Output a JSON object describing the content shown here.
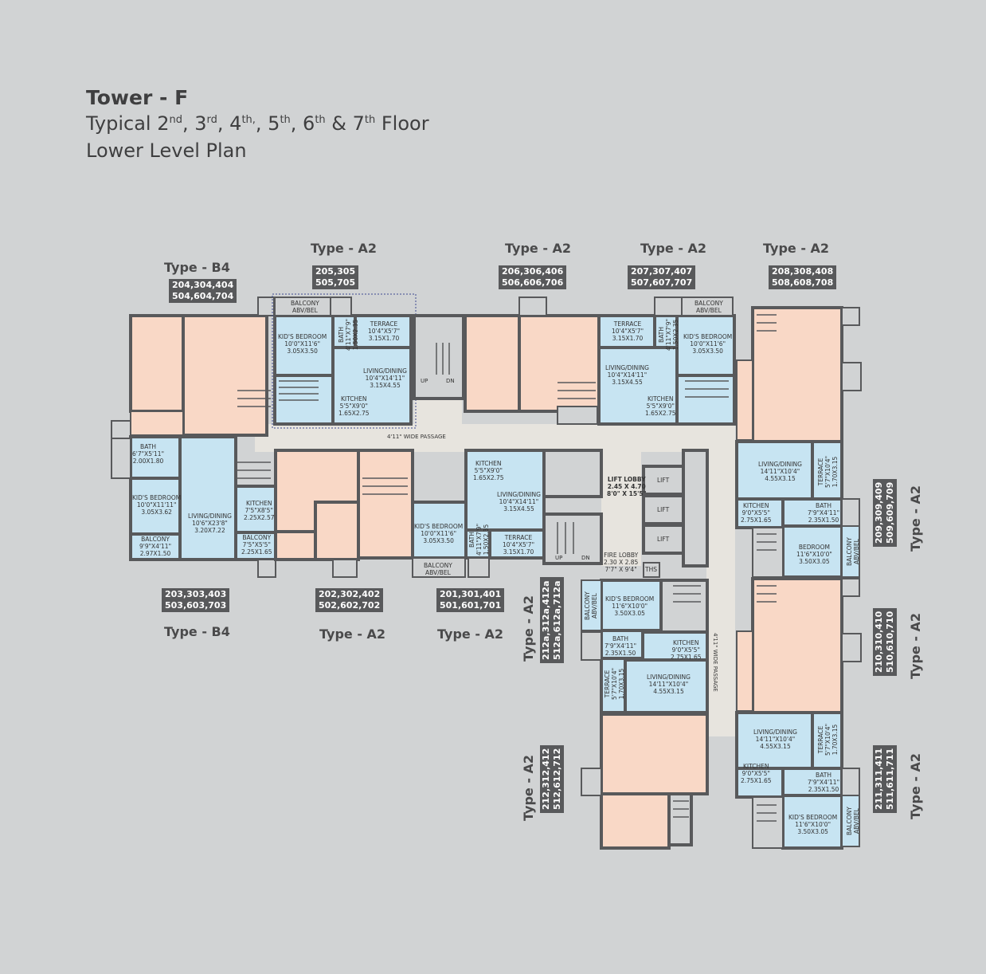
{
  "header": {
    "line1": "Tower - F",
    "line2_prefix": "Typical 2",
    "line2_parts": [
      {
        "sup": "nd",
        "after": ", 3"
      },
      {
        "sup": "rd",
        "after": ", 4"
      },
      {
        "sup": "th,",
        "after": ", 5"
      },
      {
        "sup": "th",
        "after": ", 6"
      },
      {
        "sup": "th",
        "after": " & 7"
      },
      {
        "sup": "th",
        "after": " Floor"
      }
    ],
    "line3": "Lower Level Plan"
  },
  "types": {
    "t_b4_top": "Type - B4",
    "t_a2_205": "Type - A2",
    "t_a2_206": "Type - A2",
    "t_a2_207": "Type - A2",
    "t_a2_208": "Type - A2",
    "t_b4_bottom": "Type - B4",
    "t_a2_202": "Type - A2",
    "t_a2_201": "Type - A2",
    "t_a2_212a": "Type - A2",
    "t_a2_212": "Type - A2",
    "t_a2_209": "Type - A2",
    "t_a2_210": "Type - A2",
    "t_a2_211": "Type - A2"
  },
  "units": {
    "u204": [
      "204,304,404",
      "504,604,704"
    ],
    "u205": [
      "205,305",
      "505,705"
    ],
    "u206": [
      "206,306,406",
      "506,606,706"
    ],
    "u207": [
      "207,307,407",
      "507,607,707"
    ],
    "u208": [
      "208,308,408",
      "508,608,708"
    ],
    "u203": [
      "203,303,403",
      "503,603,703"
    ],
    "u202": [
      "202,302,402",
      "502,602,702"
    ],
    "u201": [
      "201,301,401",
      "501,601,701"
    ],
    "u212a": [
      "212a,312a,412a",
      "512a,612a,712a"
    ],
    "u212": [
      "212,312,412",
      "512,612,712"
    ],
    "u209": [
      "209,309,409",
      "509,609,709"
    ],
    "u210": [
      "210,310,410",
      "510,610,710"
    ],
    "u211": [
      "211,311,411",
      "511,611,711"
    ]
  },
  "rooms": {
    "r1": [
      "BALCONY",
      "ABV/BEL"
    ],
    "r2": [
      "KID'S BEDROOM",
      "10'0\"X11'6\"",
      "3.05X3.50"
    ],
    "r3": [
      "BATH",
      "4'11\"X7'9\"",
      "1.50X2.35"
    ],
    "r4": [
      "TERRACE",
      "10'4\"X5'7\"",
      "3.15X1.70"
    ],
    "r5": [
      "LIVING/DINING",
      "10'4\"X14'11\"",
      "3.15X4.55"
    ],
    "r6": [
      "KITCHEN",
      "5'5\"X9'0\"",
      "1.65X2.75"
    ],
    "r7": [
      "TERRACE",
      "10'4\"X5'7\"",
      "3.15X1.70"
    ],
    "r8": [
      "BATH",
      "4'11\"X7'9\"",
      "1.50X2.35"
    ],
    "r9": [
      "KID'S BEDROOM",
      "10'0\"X11'6\"",
      "3.05X3.50"
    ],
    "r10": [
      "BALCONY",
      "ABV/BEL"
    ],
    "r11": [
      "LIVING/DINING",
      "10'4\"X14'11\"",
      "3.15X4.55"
    ],
    "r12": [
      "KITCHEN",
      "5'5\"X9'0\"",
      "1.65X2.75"
    ],
    "r13": [
      "BATH",
      "6'7\"X5'11\"",
      "2.00X1.80"
    ],
    "r14": [
      "KID'S BEDROOM",
      "10'0\"X11'11\"",
      "3.05X3.62"
    ],
    "r15": [
      "LIVING/DINING",
      "10'6\"X23'8\"",
      "3.20X7.22"
    ],
    "r16": [
      "KITCHEN",
      "7'5\"X8'5\"",
      "2.25X2.57"
    ],
    "r17": [
      "BALCONY",
      "9'9\"X4'11\"",
      "2.97X1.50"
    ],
    "r18": [
      "BALCONY",
      "7'5\"X5'5\"",
      "2.25X1.65"
    ],
    "r19": [
      "KITCHEN",
      "5'5\"X9'0\"",
      "1.65X2.75"
    ],
    "r20": [
      "LIVING/DINING",
      "10'4\"X14'11\"",
      "3.15X4.55"
    ],
    "r21": [
      "KID'S BEDROOM",
      "10'0\"X11'6\"",
      "3.05X3.50"
    ],
    "r22": [
      "BATH",
      "4'11\"X7'9\"",
      "1.50X2.35"
    ],
    "r23": [
      "TERRACE",
      "10'4\"X5'7\"",
      "3.15X1.70"
    ],
    "r24": [
      "BALCONY",
      "ABV/BEL"
    ],
    "r25": [
      "LIFT LOBBY",
      "2.45 X 4.70",
      "8'0\" X 15'5\""
    ],
    "r26": [
      "FIRE LOBBY",
      "2.30 X 2.85",
      "7'7\" X 9'4\""
    ],
    "r27": [
      "LIFT"
    ],
    "r28": [
      "LIFT"
    ],
    "r29": [
      "LIFT"
    ],
    "r30": [
      "THS"
    ],
    "r31": [
      "LIVING/DINING",
      "14'11\"X10'4\"",
      "4.55X3.15"
    ],
    "r32": [
      "TERRACE",
      "5'7\"X10'4\"",
      "1.70X3.15"
    ],
    "r33": [
      "KITCHEN",
      "9'0\"X5'5\"",
      "2.75X1.65"
    ],
    "r34": [
      "BATH",
      "7'9\"X4'11\"",
      "2.35X1.50"
    ],
    "r35": [
      "BEDROOM",
      "11'6\"X10'0\"",
      "3.50X3.05"
    ],
    "r36": [
      "BALCONY",
      "ABV/BEL"
    ],
    "r37": [
      "BALCONY",
      "ABV/BEL"
    ],
    "r38": [
      "KID'S BEDROOM",
      "11'6\"X10'0\"",
      "3.50X3.05"
    ],
    "r39": [
      "BATH",
      "7'9\"X4'11\"",
      "2.35X1.50"
    ],
    "r40": [
      "KITCHEN",
      "9'0\"X5'5\"",
      "2.75X1.65"
    ],
    "r41": [
      "TERRACE",
      "5'7\"X10'4\"",
      "1.70X3.15"
    ],
    "r42": [
      "LIVING/DINING",
      "14'11\"X10'4\"",
      "4.55X3.15"
    ],
    "r43": [
      "LIVING/DINING",
      "14'11\"X10'4\"",
      "4.55X3.15"
    ],
    "r44": [
      "TERRACE",
      "5'7\"X10'4\"",
      "1.70X3.15"
    ],
    "r45": [
      "KITCHEN",
      "9'0\"X5'5\"",
      "2.75X1.65"
    ],
    "r46": [
      "BATH",
      "7'9\"X4'11\"",
      "2.35X1.50"
    ],
    "r47": [
      "KID'S BEDROOM",
      "11'6\"X10'0\"",
      "3.50X3.05"
    ],
    "r48": [
      "BALCONY",
      "ABV/BEL"
    ]
  },
  "labels": {
    "passage_h": "4'11\" WIDE PASSAGE",
    "passage_v": "4'11\" WIDE PASSAGE",
    "up1": "UP",
    "dn1": "DN",
    "up2": "UP",
    "dn2": "DN"
  },
  "colors": {
    "background": "#d1d3d4",
    "wall": "#58595b",
    "blue_room": "#c7e4f2",
    "peach_room": "#f9d8c6",
    "passage": "#e7e4de",
    "text": "#333333"
  }
}
